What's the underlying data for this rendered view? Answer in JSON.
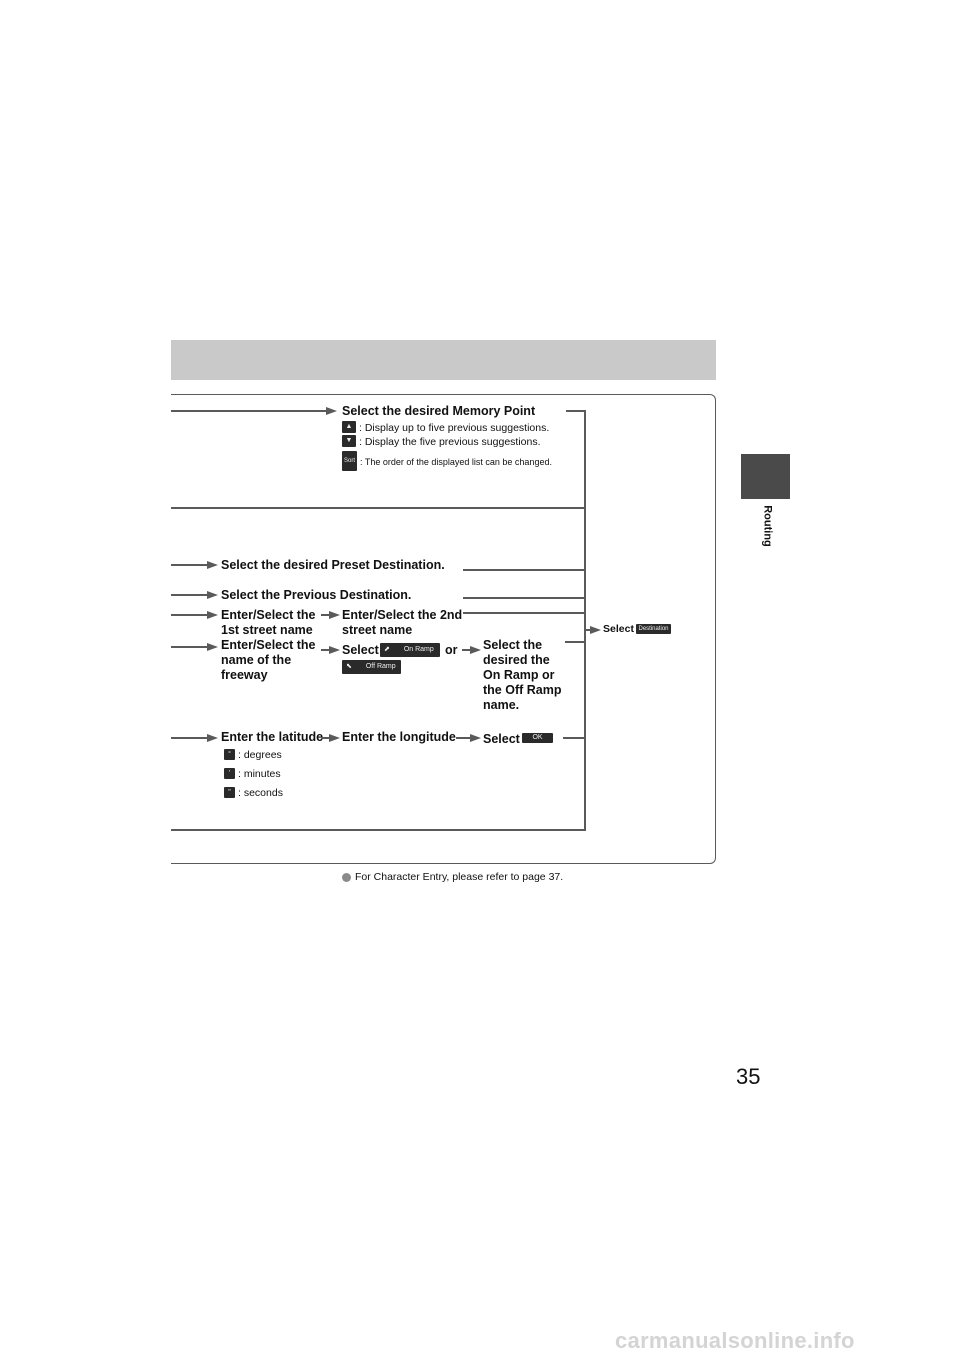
{
  "side_tab": {
    "label": "Routing"
  },
  "memory_point": {
    "title": "Select the desired Memory Point",
    "up_desc": ": Display up to five previous suggestions.",
    "down_desc": ": Display the five previous suggestions.",
    "sort_label": "Sort",
    "sort_desc": ": The order of the displayed list can be changed."
  },
  "preset": {
    "text": "Select the desired Preset Destination."
  },
  "previous": {
    "text": "Select the Previous Destination."
  },
  "street": {
    "step1_line1": "Enter/Select the",
    "step1_line2": "1st street name",
    "step2_line1": "Enter/Select the 2nd",
    "step2_line2": "street name"
  },
  "freeway": {
    "step1_line1": "Enter/Select the",
    "step1_line2": "name of the",
    "step1_line3": "freeway",
    "select_label": "Select",
    "on_ramp_label": "On Ramp",
    "or_label": "or",
    "off_ramp_label": "Off Ramp",
    "result_line1": "Select the",
    "result_line2": "desired the",
    "result_line3": "On Ramp or",
    "result_line4": "the Off Ramp",
    "result_line5": "name."
  },
  "coords": {
    "latitude": "Enter the latitude",
    "longitude": "Enter the longitude",
    "select_label": "Select",
    "ok_label": "OK",
    "degrees_symbol": "°",
    "degrees": ": degrees",
    "minutes_symbol": "'",
    "minutes": ": minutes",
    "seconds_symbol": "\"",
    "seconds": ": seconds"
  },
  "final": {
    "select_label": "Select",
    "destination_label": "Destination"
  },
  "footnote": "For Character Entry, please refer to page 37.",
  "page_number": "35",
  "watermark": "carmanualsonline.info",
  "colors": {
    "header_bar": "#c9c9c9",
    "side_tab": "#4a4a4a",
    "lines": "#5a5a5a"
  }
}
